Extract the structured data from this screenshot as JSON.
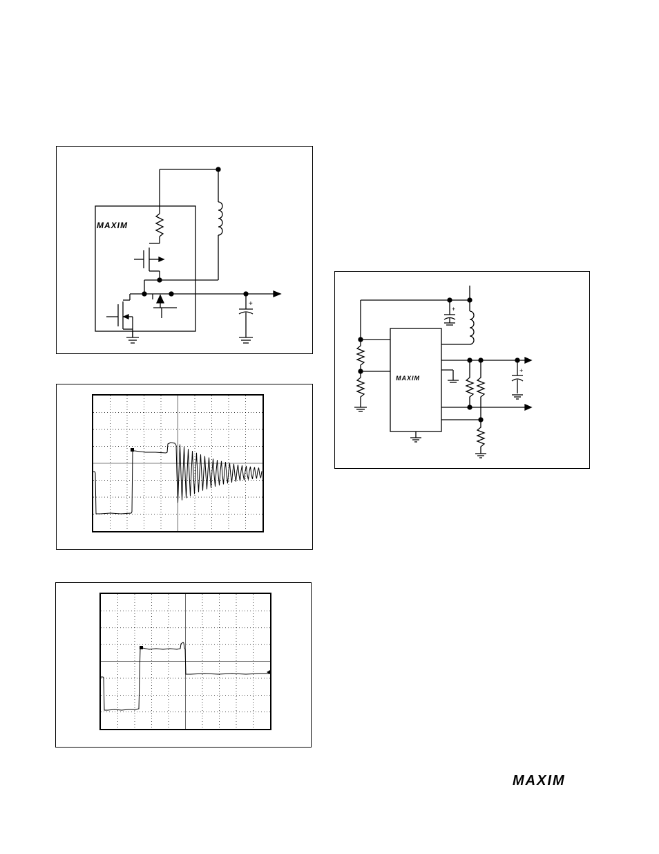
{
  "page": {
    "logo_text": "MAXIM"
  },
  "figures": {
    "schematic_a": {
      "chip_logo_text": "MAXIM",
      "cap_polarity": "+"
    },
    "scope_a": {
      "description_hidden": ""
    },
    "scope_b": {
      "description_hidden": ""
    },
    "schematic_b": {
      "chip_logo_text": "MAXIM",
      "cap1_polarity": "+",
      "cap2_polarity": "+"
    }
  },
  "colors": {
    "ink": "#000000",
    "grid": "#000000",
    "paper": "#ffffff"
  }
}
